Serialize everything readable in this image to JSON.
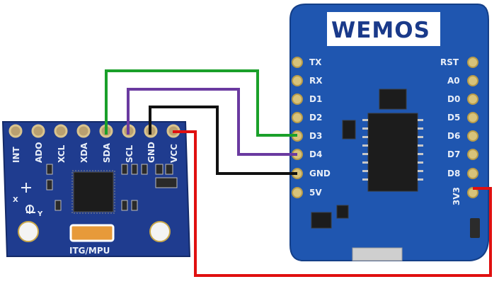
{
  "mpu_board": {
    "pins": [
      "INT",
      "ADO",
      "XCL",
      "XDA",
      "SDA",
      "SCL",
      "GND",
      "VCC"
    ],
    "chip_label": "ITG/MPU",
    "axis_x": "X",
    "axis_y": "Y",
    "color": "#1f3c8f"
  },
  "wemos_board": {
    "logo": "WEMOS",
    "left_pins": [
      "TX",
      "RX",
      "D1",
      "D2",
      "D3",
      "D4",
      "GND",
      "5V"
    ],
    "right_pins": [
      "RST",
      "A0",
      "D0",
      "D5",
      "D6",
      "D7",
      "D8",
      "3V3"
    ],
    "color": "#1f56b0"
  },
  "wires": [
    {
      "from": "SDA",
      "to": "D3",
      "color": "#1aa02a"
    },
    {
      "from": "SCL",
      "to": "D4",
      "color": "#6a3aa0"
    },
    {
      "from": "GND",
      "to": "GND",
      "color": "#111111"
    },
    {
      "from": "VCC",
      "to": "3V3",
      "color": "#e01010"
    }
  ]
}
